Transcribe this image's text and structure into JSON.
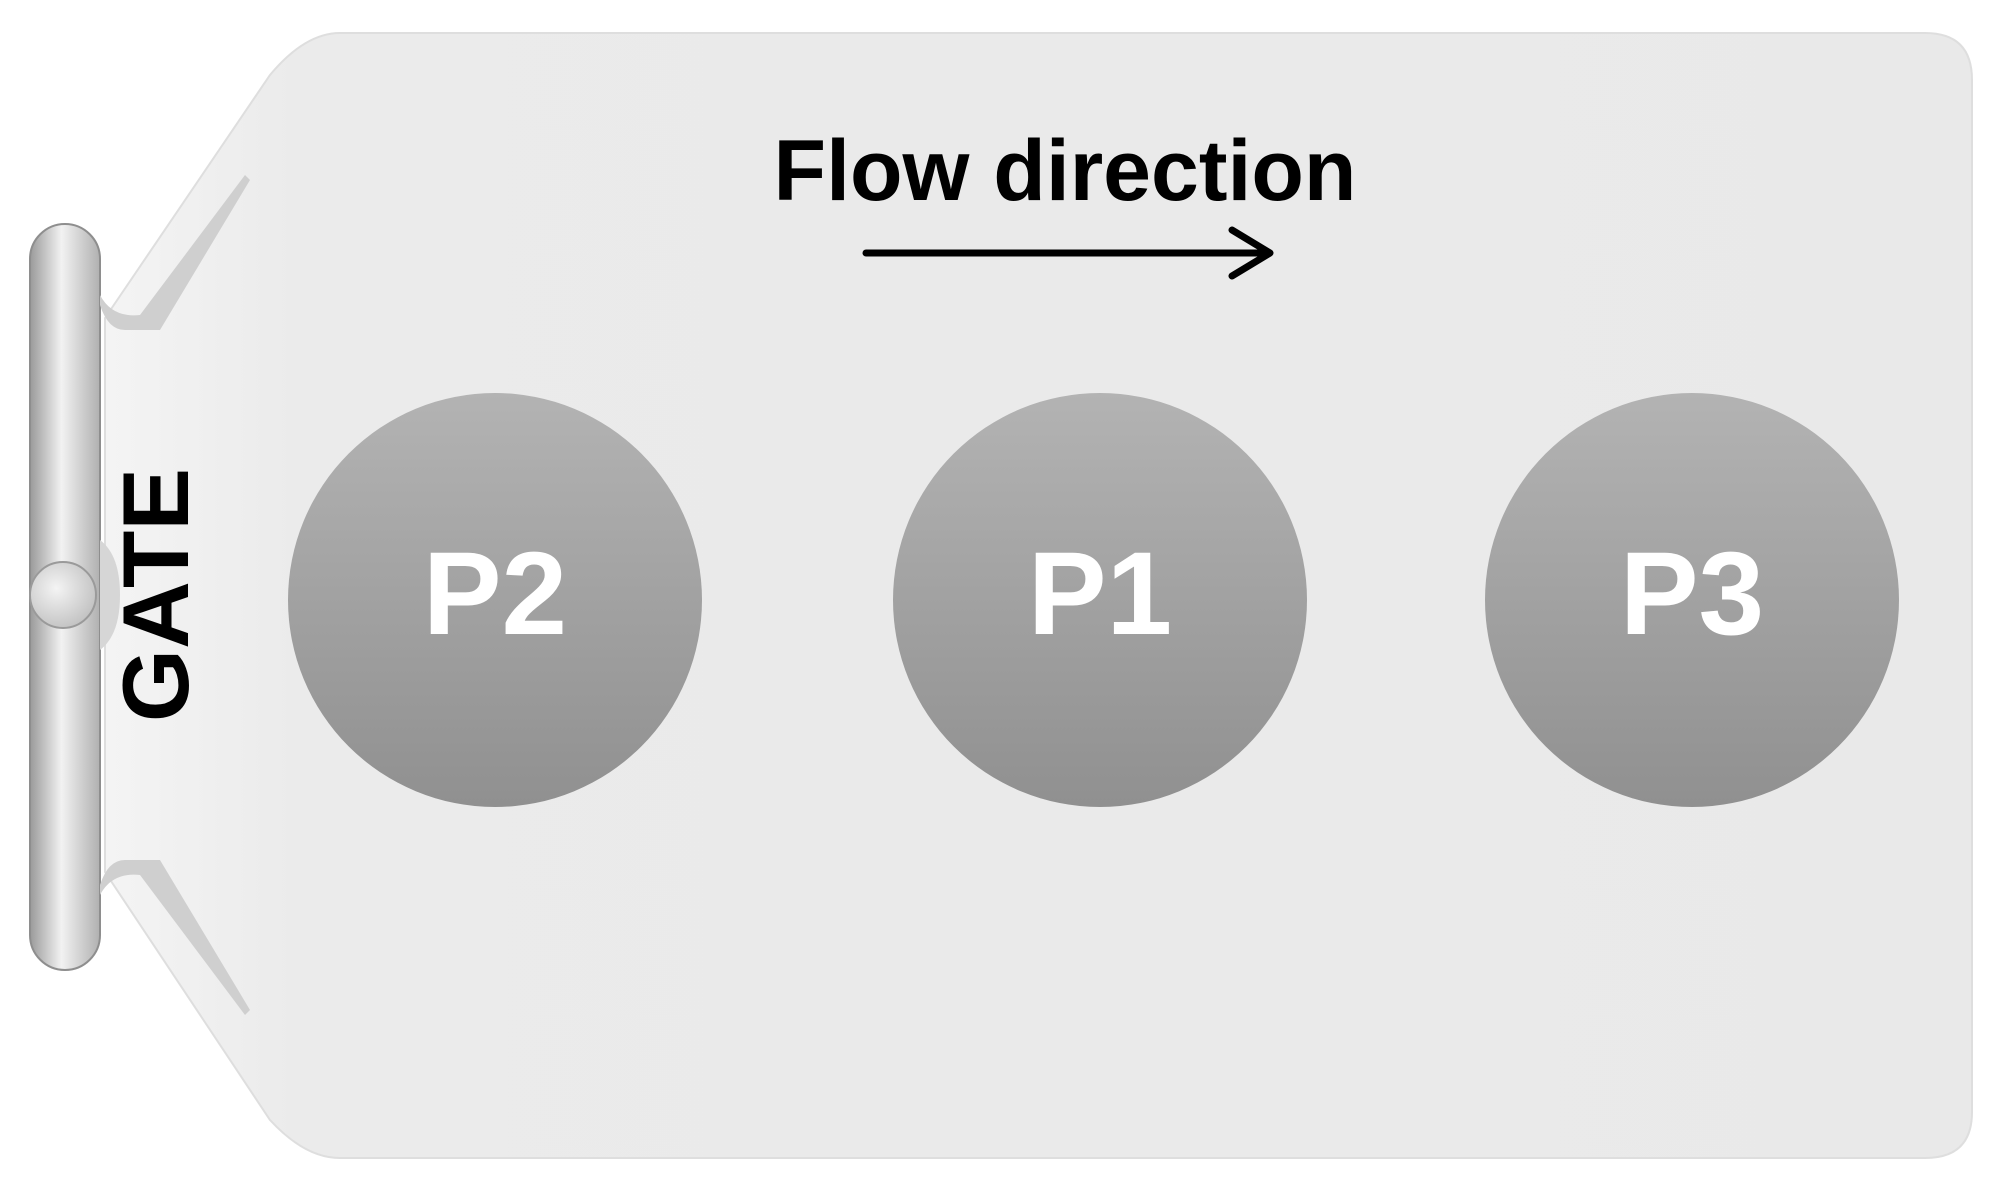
{
  "diagram": {
    "flow_label": "Flow direction",
    "gate_label": "GATE",
    "points": [
      {
        "label": "P2"
      },
      {
        "label": "P1"
      },
      {
        "label": "P3"
      }
    ]
  },
  "colors": {
    "plate_fill": "#ebebeb",
    "point_fill_top": "#b1b1b1",
    "point_fill_bottom": "#929292",
    "text_dark": "#000000",
    "text_light": "#ffffff"
  },
  "icons": {
    "flow_arrow": "right-arrow-icon"
  }
}
